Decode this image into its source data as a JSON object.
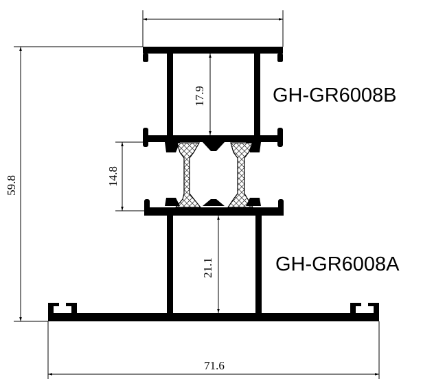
{
  "labels": {
    "upper_profile": "GH-GR6008B",
    "lower_profile": "GH-GR6008A"
  },
  "dimensions": {
    "total_height": "59.8",
    "upper_chamber": "17.9",
    "thermal_break": "14.8",
    "lower_chamber": "21.1",
    "base_width": "71.6"
  },
  "colors": {
    "profile": "#000000",
    "insulation_strip": "#ffffff"
  }
}
